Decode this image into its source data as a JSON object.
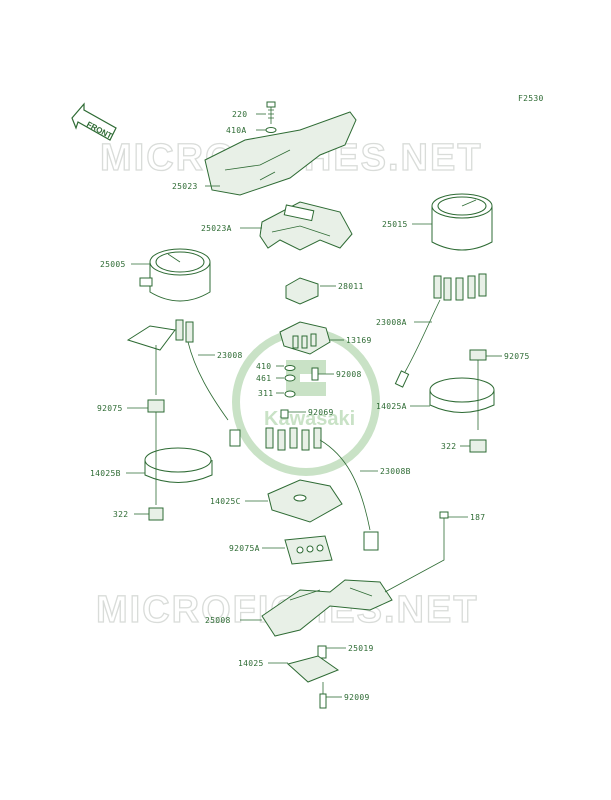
{
  "figure_code": "F2530",
  "watermark": {
    "text": "MICROFICHES.NET",
    "logo_text": "Kawasaki"
  },
  "direction_arrow": "FRONT",
  "parts": {
    "p220": "220",
    "p410A": "410A",
    "p25023": "25023",
    "p25023A": "25023A",
    "p25015": "25015",
    "p25005": "25005",
    "p28011": "28011",
    "p23008A": "23008A",
    "p13169": "13169",
    "p23008": "23008",
    "p92075_r": "92075",
    "p410": "410",
    "p461": "461",
    "p92008": "92008",
    "p311": "311",
    "p92069": "92069",
    "p14025A": "14025A",
    "p92075_l": "92075",
    "p322_r": "322",
    "p14025B": "14025B",
    "p23008B": "23008B",
    "p14025C": "14025C",
    "p322_l": "322",
    "p187": "187",
    "p92075A": "92075A",
    "p25008": "25008",
    "p25019": "25019",
    "p14025": "14025",
    "p92009": "92009"
  }
}
